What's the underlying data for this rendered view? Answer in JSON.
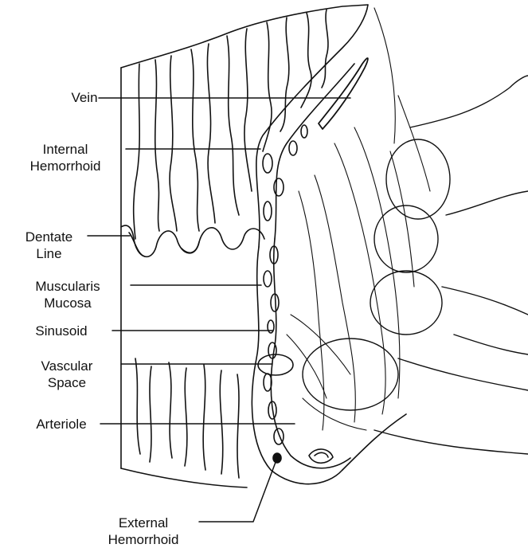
{
  "labels": {
    "vein": "Vein",
    "internal_hemorrhoid": [
      "Internal",
      "Hemorrhoid"
    ],
    "dentate_line": [
      "Dentate",
      "Line"
    ],
    "muscularis_mucosa": [
      "Muscularis",
      "Mucosa"
    ],
    "sinusoid": "Sinusoid",
    "vascular_space": [
      "Vascular",
      "Space"
    ],
    "arteriole": "Arteriole",
    "external_hemorrhoid": [
      "External",
      "Hemorrhoid"
    ]
  },
  "colors": {
    "ink": "#111111",
    "background": "#ffffff"
  }
}
